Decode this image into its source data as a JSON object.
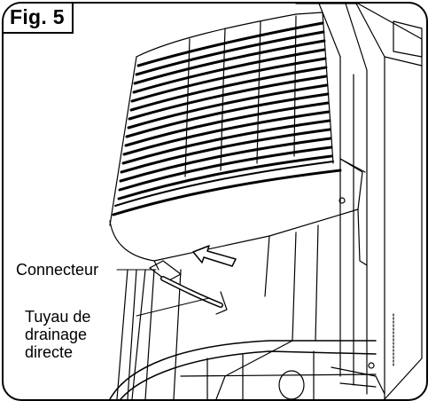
{
  "figure": {
    "label": "Fig. 5"
  },
  "callouts": {
    "connector": "Connecteur",
    "drain_hose_line1": "Tuyau de",
    "drain_hose_line2": "drainage",
    "drain_hose_line3": "directe"
  },
  "colors": {
    "line": "#000000",
    "background": "#ffffff"
  }
}
